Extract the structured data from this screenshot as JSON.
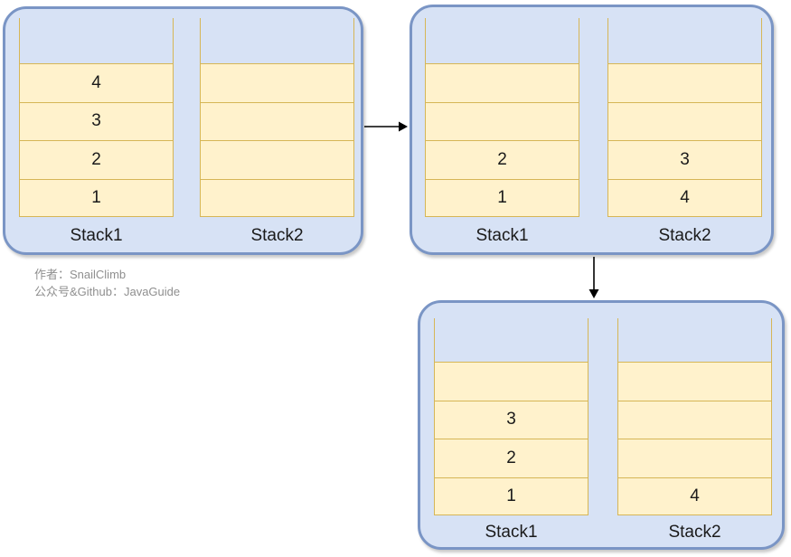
{
  "diagram": {
    "title_implied": "Queue implemented with two stacks - state transitions",
    "panels": [
      {
        "id": "state-1",
        "stacks": [
          {
            "label": "Stack1",
            "cells": [
              "4",
              "3",
              "2",
              "1"
            ]
          },
          {
            "label": "Stack2",
            "cells": [
              "",
              "",
              "",
              ""
            ]
          }
        ]
      },
      {
        "id": "state-2",
        "stacks": [
          {
            "label": "Stack1",
            "cells": [
              "",
              "",
              "2",
              "1"
            ]
          },
          {
            "label": "Stack2",
            "cells": [
              "",
              "",
              "3",
              "4"
            ]
          }
        ]
      },
      {
        "id": "state-3",
        "stacks": [
          {
            "label": "Stack1",
            "cells": [
              "",
              "3",
              "2",
              "1"
            ]
          },
          {
            "label": "Stack2",
            "cells": [
              "",
              "",
              "",
              "4"
            ]
          }
        ]
      }
    ],
    "arrows": [
      {
        "name": "state1-to-state2",
        "direction": "right"
      },
      {
        "name": "state2-to-state3",
        "direction": "down"
      }
    ],
    "credits": {
      "line1": "作者：SnailClimb",
      "line2": "公众号&Github：JavaGuide"
    },
    "colors": {
      "panel_fill": "#d7e2f5",
      "panel_stroke": "#7a95c5",
      "cell_fill": "#fff2cc",
      "cell_stroke": "#d6b656",
      "arrow": "#000000",
      "credit_text": "#8f8f8f",
      "value_text": "#1a1a1a"
    }
  }
}
